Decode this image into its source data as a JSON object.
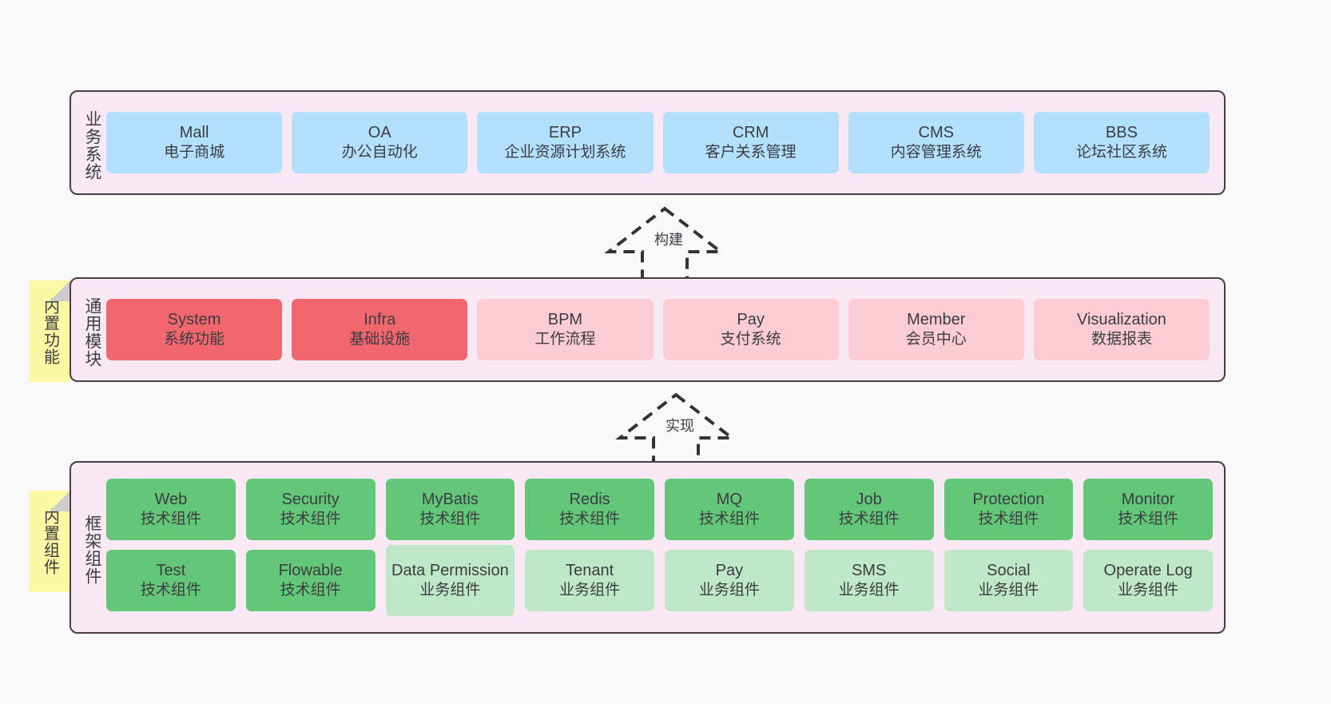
{
  "diagram": {
    "background_color": "#f9f9f9",
    "layer_fill": "#f9e9f4",
    "layer_border": "#4a3b45"
  },
  "business_layer": {
    "title": "业务系统",
    "node_color": "#b3e0fc",
    "nodes": [
      {
        "en": "Mall",
        "cn": "电子商城"
      },
      {
        "en": "OA",
        "cn": "办公自动化"
      },
      {
        "en": "ERP",
        "cn": "企业资源计划系统"
      },
      {
        "en": "CRM",
        "cn": "客户关系管理"
      },
      {
        "en": "CMS",
        "cn": "内容管理系统"
      },
      {
        "en": "BBS",
        "cn": "论坛社区系统"
      }
    ]
  },
  "connector_build": {
    "label": "构建",
    "style": "dashed-hollow-arrow-up"
  },
  "module_layer": {
    "title": "通用模块",
    "sticky_note": "内置功能",
    "sticky_color": "#fbf9a3",
    "color_primary": "#f2666e",
    "color_secondary": "#fbcdd3",
    "nodes": [
      {
        "en": "System",
        "cn": "系统功能",
        "tone": "red"
      },
      {
        "en": "Infra",
        "cn": "基础设施",
        "tone": "red"
      },
      {
        "en": "BPM",
        "cn": "工作流程",
        "tone": "pink"
      },
      {
        "en": "Pay",
        "cn": "支付系统",
        "tone": "pink"
      },
      {
        "en": "Member",
        "cn": "会员中心",
        "tone": "pink"
      },
      {
        "en": "Visualization",
        "cn": "数据报表",
        "tone": "pink"
      }
    ]
  },
  "connector_impl": {
    "label": "实现",
    "style": "dashed-hollow-arrow-up"
  },
  "framework_layer": {
    "title": "框架组件",
    "sticky_note": "内置组件",
    "sticky_color": "#fbf9a3",
    "color_tech": "#62c878",
    "color_business": "#bfe8c8",
    "row_one": [
      {
        "en": "Web",
        "cn": "技术组件",
        "tone": "green-dark"
      },
      {
        "en": "Security",
        "cn": "技术组件",
        "tone": "green-dark"
      },
      {
        "en": "MyBatis",
        "cn": "技术组件",
        "tone": "green-dark"
      },
      {
        "en": "Redis",
        "cn": "技术组件",
        "tone": "green-dark"
      },
      {
        "en": "MQ",
        "cn": "技术组件",
        "tone": "green-dark"
      },
      {
        "en": "Job",
        "cn": "技术组件",
        "tone": "green-dark"
      },
      {
        "en": "Protection",
        "cn": "技术组件",
        "tone": "green-dark"
      },
      {
        "en": "Monitor",
        "cn": "技术组件",
        "tone": "green-dark"
      }
    ],
    "row_two": [
      {
        "en": "Test",
        "cn": "技术组件",
        "tone": "green-dark"
      },
      {
        "en": "Flowable",
        "cn": "技术组件",
        "tone": "green-dark"
      },
      {
        "en": "Data Permission",
        "cn": "业务组件",
        "tone": "green-light",
        "tall": true
      },
      {
        "en": "Tenant",
        "cn": "业务组件",
        "tone": "green-light"
      },
      {
        "en": "Pay",
        "cn": "业务组件",
        "tone": "green-light"
      },
      {
        "en": "SMS",
        "cn": "业务组件",
        "tone": "green-light"
      },
      {
        "en": "Social",
        "cn": "业务组件",
        "tone": "green-light"
      },
      {
        "en": "Operate Log",
        "cn": "业务组件",
        "tone": "green-light"
      }
    ]
  }
}
